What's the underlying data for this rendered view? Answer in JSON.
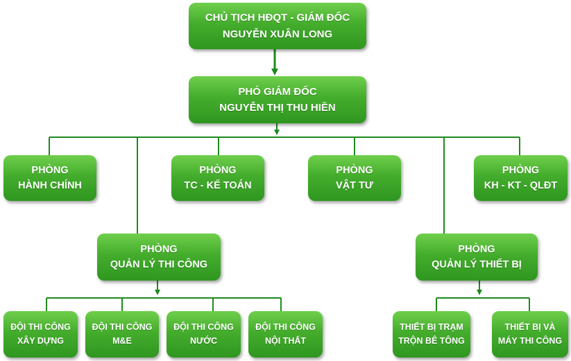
{
  "org_chart": {
    "chairman": {
      "line1": "CHỦ TỊCH HĐQT - GIÁM ĐỐC",
      "line2": "NGUYỄN XUÂN LONG"
    },
    "deputy": {
      "line1": "PHÓ GIÁM ĐỐC",
      "line2": "NGUYỄN THỊ THU HIỀN"
    },
    "departments": [
      {
        "line1": "PHÒNG",
        "line2": "HÀNH CHÍNH"
      },
      {
        "line1": "PHÒNG",
        "line2": "TC - KẾ TOÁN"
      },
      {
        "line1": "PHÒNG",
        "line2": "VẬT TƯ"
      },
      {
        "line1": "PHÒNG",
        "line2": "KH - KT - QLĐT"
      }
    ],
    "construction_dept": {
      "line1": "PHÒNG",
      "line2": "QUẢN LÝ THI CÔNG"
    },
    "equipment_dept": {
      "line1": "PHÒNG",
      "line2": "QUẢN LÝ THIẾT BỊ"
    },
    "construction_teams": [
      {
        "line1": "ĐỘI THI CÔNG",
        "line2": "XÂY DỰNG"
      },
      {
        "line1": "ĐỘI THI CÔNG",
        "line2": "M&E"
      },
      {
        "line1": "ĐỘI THI CÔNG",
        "line2": "NƯỚC"
      },
      {
        "line1": "ĐỘI THI CÔNG",
        "line2": "NỘI THẤT"
      }
    ],
    "equipment_units": [
      {
        "line1": "THIẾT BỊ TRẠM",
        "line2": "TRỘN BÊ TÔNG"
      },
      {
        "line1": "THIẾT BỊ VÀ",
        "line2": "MÁY THI CÔNG"
      }
    ],
    "colors": {
      "box_top": "#6fcf4c",
      "box_bottom": "#2f9620",
      "connector": "#1e8a1e"
    }
  }
}
